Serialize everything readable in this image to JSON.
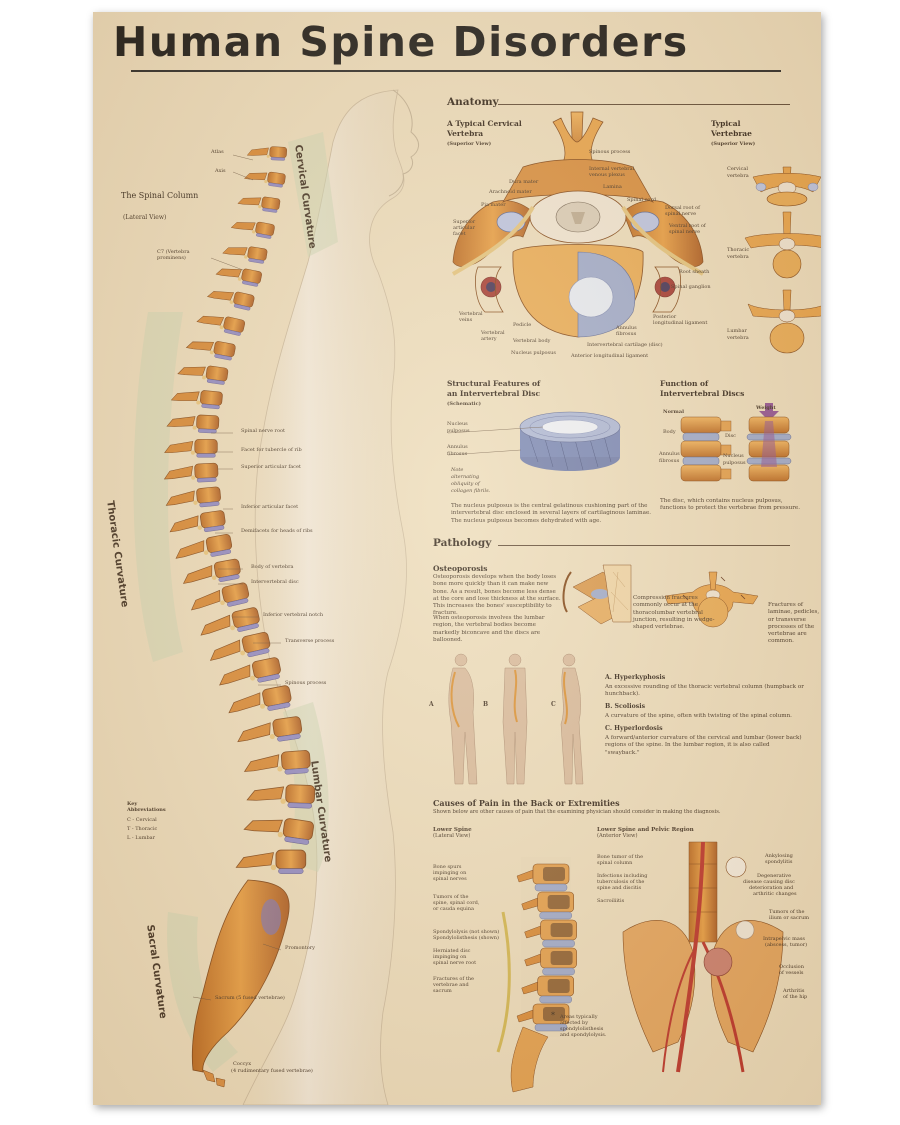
{
  "title": "Human Spine Disorders",
  "spinal_column": {
    "title": "The Spinal Column",
    "subtitle": "(Lateral View)",
    "curvatures": [
      "Cervical Curvature",
      "Thoracic Curvature",
      "Lumbar Curvature",
      "Sacral Curvature"
    ],
    "labels": {
      "atlas": "Atlas",
      "axis": "Axis",
      "c7": "C7 (Vertebra prominens)",
      "nerve_root": "Spinal nerve root",
      "facet_tubercle": "Facet for tubercle of rib",
      "superior_facet": "Superior articular facet",
      "inferior_facet": "Inferior articular facet",
      "demifacets": "Demifacets for heads of ribs",
      "body": "Body of vertebra",
      "disc": "Intervertebral disc",
      "notch": "Inferior vertebral notch",
      "transverse": "Transverse process",
      "spinous": "Spinous process",
      "promontory": "Promontory",
      "sacrum": "Sacrum (5 fused vertebrae)",
      "coccyx_1": "Coccyx",
      "coccyx_2": "(4 rudimentary fused vertebrae)"
    },
    "key": {
      "title_1": "Key",
      "title_2": "Abbreviations",
      "items": [
        "C - Cervical",
        "T - Thoracic",
        "L - Lumbar"
      ]
    }
  },
  "anatomy": {
    "section": "Anatomy",
    "cervical": {
      "title_1": "A Typical Cervical",
      "title_2": "Vertebra",
      "subtitle": "(Superior View)",
      "labels": {
        "spinous": "Spinous process",
        "plexus_1": "Internal vertebral",
        "plexus_2": "venous plexus",
        "lamina": "Lamina",
        "dura": "Dura mater",
        "arachnoid": "Arachnoid mater",
        "spinal_cord": "Spinal cord",
        "pia": "Pia mater",
        "dorsal_1": "Dorsal root of",
        "dorsal_2": "spinal nerve",
        "superior_1": "Superior",
        "superior_2": "articular",
        "superior_3": "facet",
        "ventral_1": "Ventral root of",
        "ventral_2": "spinal nerve",
        "root_sheath": "Root sheath",
        "ganglion": "Spinal ganglion",
        "veins_1": "Vertebral",
        "veins_2": "veins",
        "pedicle": "Pedicle",
        "artery_1": "Vertebral",
        "artery_2": "artery",
        "vbody": "Vertebral body",
        "posterior_1": "Posterior",
        "posterior_2": "longitudinal ligament",
        "annulus_1": "Annulus",
        "annulus_2": "fibrosus",
        "ivdisc": "Intervertebral cartilage (disc)",
        "nucleus": "Nucleus pulposus",
        "anterior": "Anterior longitudinal ligament"
      }
    },
    "typical": {
      "title_1": "Typical",
      "title_2": "Vertebrae",
      "subtitle": "(Superior View)",
      "labels": {
        "cervical_1": "Cervical",
        "cervical_2": "vertebra",
        "thoracic_1": "Thoracic",
        "thoracic_2": "vertebra",
        "lumbar_1": "Lumbar",
        "lumbar_2": "vertebra"
      }
    },
    "disc_structure": {
      "title_1": "Structural Features of",
      "title_2": "an Intervertebral Disc",
      "subtitle": "(Schematic)",
      "labels": {
        "nucleus_1": "Nucleus",
        "nucleus_2": "pulposus",
        "annulus_1": "Annulus",
        "annulus_2": "fibrosus",
        "note_1": "Note",
        "note_2": "alternating",
        "note_3": "obliquity of",
        "note_4": "collagen fibrils."
      },
      "text": "The nucleus pulposus is the central gelatinous cushioning part of the intervertebral disc enclosed in several layers of cartilaginous laminae. The nucleus pulposus becomes dehydrated with age."
    },
    "disc_function": {
      "title_1": "Function of",
      "title_2": "Intervertebral Discs",
      "labels": {
        "normal": "Normal",
        "weight": "Weight",
        "body": "Body",
        "disc": "Disc",
        "annulus_1": "Annulus",
        "annulus_2": "fibrosus",
        "nucleus_1": "Nucleus",
        "nucleus_2": "pulposus"
      },
      "text": "The disc, which contains nucleus pulposus, functions to protect the vertebrae from pressure."
    }
  },
  "pathology": {
    "section": "Pathology",
    "osteoporosis": {
      "title": "Osteoporosis",
      "text_1": "Osteoporosis develops when the body loses bone more quickly than it can make new bone. As a result, bones become less dense at the core and lose thickness at the surface. This increases the bones' susceptibility to fracture.",
      "text_2": "When osteoporosis involves the lumbar region, the vertebral bodies become markedly biconcave and the discs are ballooned.",
      "compression": "Compression fractures commonly occur at the thoracolumbar vertebral junction, resulting in wedge-shaped vertebrae.",
      "fractures": "Fractures of laminae, pedicles, or transverse processes of the vertebrae are common."
    },
    "postures": {
      "letters": [
        "A",
        "B",
        "C"
      ],
      "items": [
        {
          "title": "A. Hyperkyphosis",
          "text": "An excessive rounding of the thoracic vertebral column (humpback or hunchback)."
        },
        {
          "title": "B. Scoliosis",
          "text": "A curvature of the spine, often with twisting of the spinal column."
        },
        {
          "title": "C. Hyperlordosis",
          "text": "A forward/anterior curvature of the cervical and lumbar (lower back) regions of the spine. In the lumbar region, it is also called \"swayback.\""
        }
      ]
    }
  },
  "causes": {
    "title": "Causes of Pain in the Back or Extremities",
    "intro": "Shown below are other causes of pain that the examining physician should consider in making the diagnosis.",
    "lower_spine": {
      "title": "Lower Spine",
      "subtitle": "(Lateral View)",
      "labels": [
        [
          "Bone spurs",
          "impinging on",
          "spinal nerves"
        ],
        [
          "Tumors of the",
          "spine, spinal cord,",
          "or cauda equina"
        ],
        [
          "Spondylolysis (not shown)",
          "Spondylolisthesis (shown)"
        ],
        [
          "Herniated disc",
          "impinging on",
          "spinal nerve root"
        ],
        [
          "Fractures of the",
          "vertebrae and",
          "sacrum"
        ]
      ],
      "footnote": [
        "Areas typically",
        "affected by",
        "spondylolisthesis",
        "and spondylolysis."
      ]
    },
    "pelvic": {
      "title": "Lower Spine and Pelvic Region",
      "subtitle": "(Anterior View)",
      "left_labels": [
        [
          "Bone tumor of the",
          "spinal column"
        ],
        [
          "Infections including",
          "tuberculosis of the",
          "spine and discitis"
        ],
        [
          "Sacroiliitis"
        ]
      ],
      "right_labels": [
        [
          "Ankylosing",
          "spondylitis"
        ],
        [
          "Degenerative",
          "disease causing disc",
          "deterioration and",
          "arthritic changes"
        ],
        [
          "Tumors of the",
          "ilium or sacrum"
        ],
        [
          "Intrapelvic mass",
          "(abscess, tumor)"
        ],
        [
          "Occlusion",
          "of vessels"
        ],
        [
          "Arthritis",
          "of the hip"
        ]
      ]
    }
  }
}
